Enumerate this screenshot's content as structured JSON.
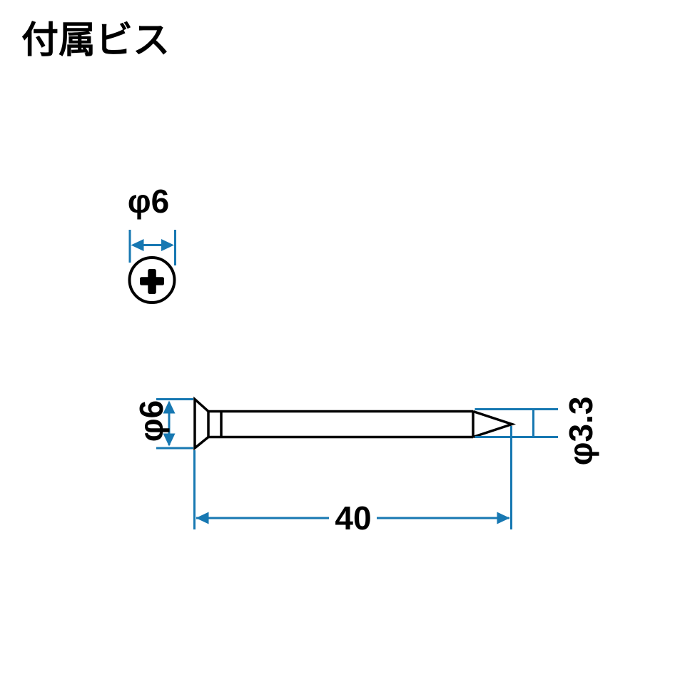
{
  "title": "付属ビス",
  "colors": {
    "background": "#ffffff",
    "line": "#000000",
    "dimension": "#1778b2",
    "text": "#000000"
  },
  "top_view": {
    "name": "screw head top view",
    "drive_icon": "phillips-cross",
    "diameter_label": "φ6"
  },
  "side_view": {
    "name": "screw side view",
    "head_type": "countersunk",
    "head_diameter_label": "φ6",
    "shaft_diameter_label": "φ3.3",
    "length_label": "40"
  }
}
